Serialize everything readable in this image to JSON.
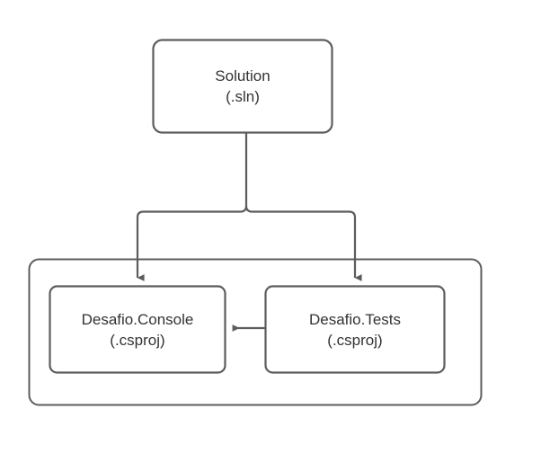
{
  "diagram": {
    "type": "flowchart",
    "orientation": "top-down",
    "background_color": "#ffffff",
    "stroke_color": "#5c5c5c",
    "text_color": "#333333",
    "nodes": [
      {
        "id": "solution",
        "shape": "rounded-rectangle",
        "line1": "Solution",
        "line2": "(.sln)"
      },
      {
        "id": "console",
        "shape": "rounded-rectangle",
        "line1": "Desafio.Console",
        "line2": "(.csproj)"
      },
      {
        "id": "tests",
        "shape": "rounded-rectangle",
        "line1": "Desafio.Tests",
        "line2": "(.csproj)"
      }
    ],
    "group": {
      "id": "projects-group",
      "shape": "rounded-rectangle",
      "label": ""
    },
    "edges": [
      {
        "id": "solution-to-console",
        "from": "solution",
        "to": "console",
        "arrow": "end",
        "style": "orthogonal"
      },
      {
        "id": "solution-to-tests",
        "from": "solution",
        "to": "tests",
        "arrow": "end",
        "style": "orthogonal"
      },
      {
        "id": "tests-to-console",
        "from": "tests",
        "to": "console",
        "arrow": "end",
        "style": "straight"
      }
    ]
  }
}
